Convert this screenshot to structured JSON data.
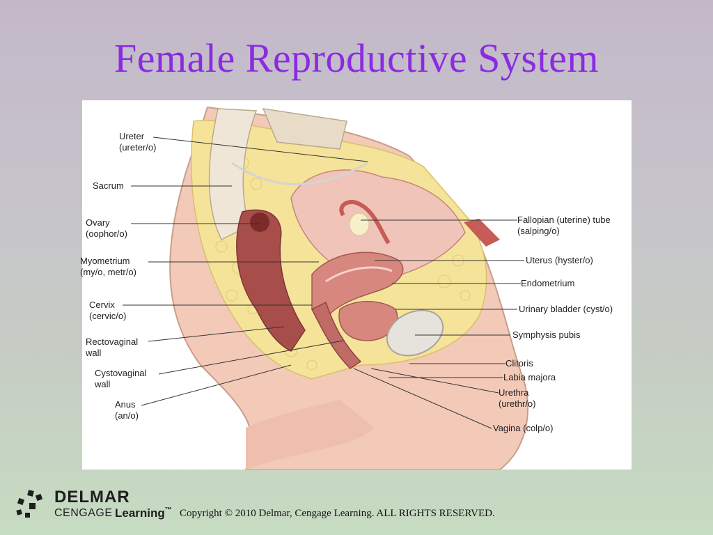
{
  "title": "Female Reproductive System",
  "labels": {
    "ureter": [
      "Ureter",
      "(ureter/o)"
    ],
    "sacrum": [
      "Sacrum"
    ],
    "ovary": [
      "Ovary",
      "(oophor/o)"
    ],
    "myometrium": [
      "Myometrium",
      "(my/o, metr/o)"
    ],
    "cervix": [
      "Cervix",
      "(cervic/o)"
    ],
    "rectovaginal": [
      "Rectovaginal",
      "wall"
    ],
    "cystovaginal": [
      "Cystovaginal",
      "wall"
    ],
    "anus": [
      "Anus",
      "(an/o)"
    ],
    "fallopian": [
      "Fallopian (uterine) tube",
      "(salping/o)"
    ],
    "uterus": [
      "Uterus (hyster/o)"
    ],
    "endometrium": [
      "Endometrium"
    ],
    "bladder": [
      "Urinary bladder (cyst/o)"
    ],
    "symphysis": [
      "Symphysis pubis"
    ],
    "clitoris": [
      "Clitoris"
    ],
    "labia": [
      "Labia majora"
    ],
    "urethra": [
      "Urethra",
      "(urethr/o)"
    ],
    "vagina": [
      "Vagina (colp/o)"
    ]
  },
  "logo": {
    "brand": "DELMAR",
    "sub1": "CENGAGE",
    "sub2": "Learning",
    "tm": "™"
  },
  "copyright": "Copyright © 2010 Delmar, Cengage Learning. ALL RIGHTS RESERVED.",
  "colors": {
    "title": "#8a2be2",
    "skin": "#f3c9b8",
    "fat": "#f5e39a",
    "tissue": "#d7877e",
    "dark_tissue": "#a74e4a",
    "bone": "#efe6d8"
  }
}
